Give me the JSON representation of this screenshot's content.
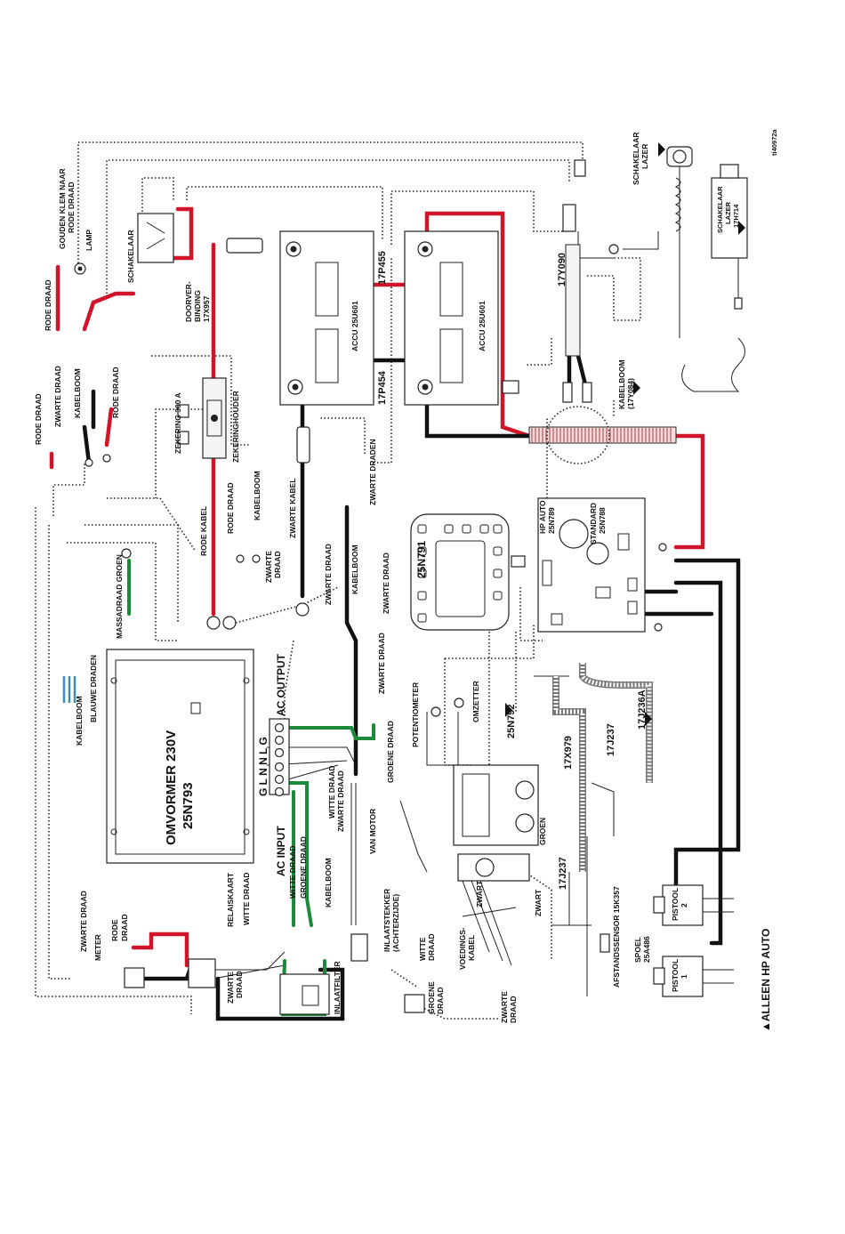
{
  "figure_id": "ti40972a",
  "footnote": "▲ALLEEN HP AUTO",
  "labels": {
    "goudenklem": "GOUDEN KLEM NAAR",
    "rodedraad_top": "RODE DRAAD",
    "lamp": "LAMP",
    "rodedraad_left": "RODE DRAAD",
    "schakelaar": "SCHAKELAAR",
    "doorverbinding1": "DOORVER-",
    "doorverbinding2": "BINDING",
    "doorverbinding3": "17X957",
    "zwartedraad_l": "ZWARTE DRAAD",
    "kabelboom_l": "KABELBOOM",
    "rodedraad_l2": "RODE DRAAD",
    "rodedraad_l3": "RODE DRAAD",
    "zekering": "ZEKERING 300 A",
    "zekeringhouder": "ZEKERINGHOUDER",
    "rodedraad_m": "RODE DRAAD",
    "kabelboom_m": "KABELBOOM",
    "rodekabel": "RODE KABEL",
    "zwartedraad_m1": "ZWARTE",
    "zwartedraad_m2": "DRAAD",
    "zwartekabel": "ZWARTE KABEL",
    "zwartedraden": "ZWARTE DRADEN",
    "zwartedraad_c": "ZWARTE DRAAD",
    "kabelboom_c": "KABELBOOM",
    "zwartedraad_c2": "ZWARTE DRAAD",
    "zwartedraad_c3": "ZWARTE DRAAD",
    "zwartedraad_c4": "ZWARTE DRAAD",
    "massadraad": "MASSADRAAD GROEN",
    "blauwedraden": "BLAUWE DRADEN",
    "kabelboom_b": "KABELBOOM",
    "omvormer1": "OMVORMER 230V",
    "omvormer2": "25N793",
    "ac_input": "AC  INPUT",
    "ac_output": "AC  OUTPUT",
    "glng_in": "G L N N L G",
    "groenedraad": "GROENE DRAAD",
    "wittedraad_1": "WITTE DRAAD",
    "zwartedraad_w": "ZWARTE DRAAD",
    "wittedraad_2": "WITTE DRAAD",
    "groenedraad_2": "GROENE DRAAD",
    "kabelboom_w": "KABELBOOM",
    "vanmotor": "VAN MOTOR",
    "zwartedraad_meter": "ZWARTE DRAAD",
    "meter": "METER",
    "rodedraad_meter1": "RODE",
    "rodedraad_meter2": "DRAAD",
    "relaiskaart": "RELAISKAART",
    "wittedraad_r": "WITTE DRAAD",
    "zwartedraad_r1": "ZWARTE",
    "zwartedraad_r2": "DRAAD",
    "inlaatfilter": "INLAATFILTER",
    "inlaatstekker1": "INLAATSTEKKER",
    "inlaatstekker2": "(ACHTERZIJDE)",
    "wittedraad_i1": "WITTE",
    "wittedraad_i2": "DRAAD",
    "groenedraad_i1": "GROENE",
    "groenedraad_i2": "DRAAD",
    "voedingskabel1": "VOEDINGS-",
    "voedingskabel2": "KABEL",
    "zwart_1": "ZWART",
    "zwartedraad_i1": "ZWARTE",
    "zwartedraad_i2": "DRAAD",
    "potentiometer": "POTENTIOMETER",
    "omzetter": "OMZETTER",
    "groen": "GROEN",
    "zwart_2": "ZWART",
    "p25n791": "25N791",
    "p25n792": "25N792",
    "hpauto1": "HP AUTO",
    "hpauto2": "25N789",
    "standard1": "STANDARD",
    "standard2": "25N788",
    "p17x979": "17X979",
    "p17j237": "17J237",
    "p17j236a": "17J236A",
    "p17j237b": "17J237",
    "afstandssensor": "AFSTANDSSENSOR 15K357",
    "spoel1": "SPOEL",
    "spoel2": "25A486",
    "pistool1a": "PISTOOL",
    "pistool1b": "1",
    "pistool2a": "PISTOOL",
    "pistool2b": "2",
    "accu1": "ACCU 25U601",
    "accu2": "ACCU 25U601",
    "p17p455": "17P455",
    "p17p454": "17P454",
    "p17y090": "17Y090",
    "kabelboom_r1": "KABELBOOM",
    "kabelboom_r2": "(17Y084)",
    "schakelaar_lazer1": "SCHAKELAAR",
    "schakelaar_lazer2": "LAZER",
    "schakelaar_lazer3": "SCHAKELAAR",
    "schakelaar_lazer4": "LAZER",
    "schakelaar_lazer5": "17H714"
  }
}
